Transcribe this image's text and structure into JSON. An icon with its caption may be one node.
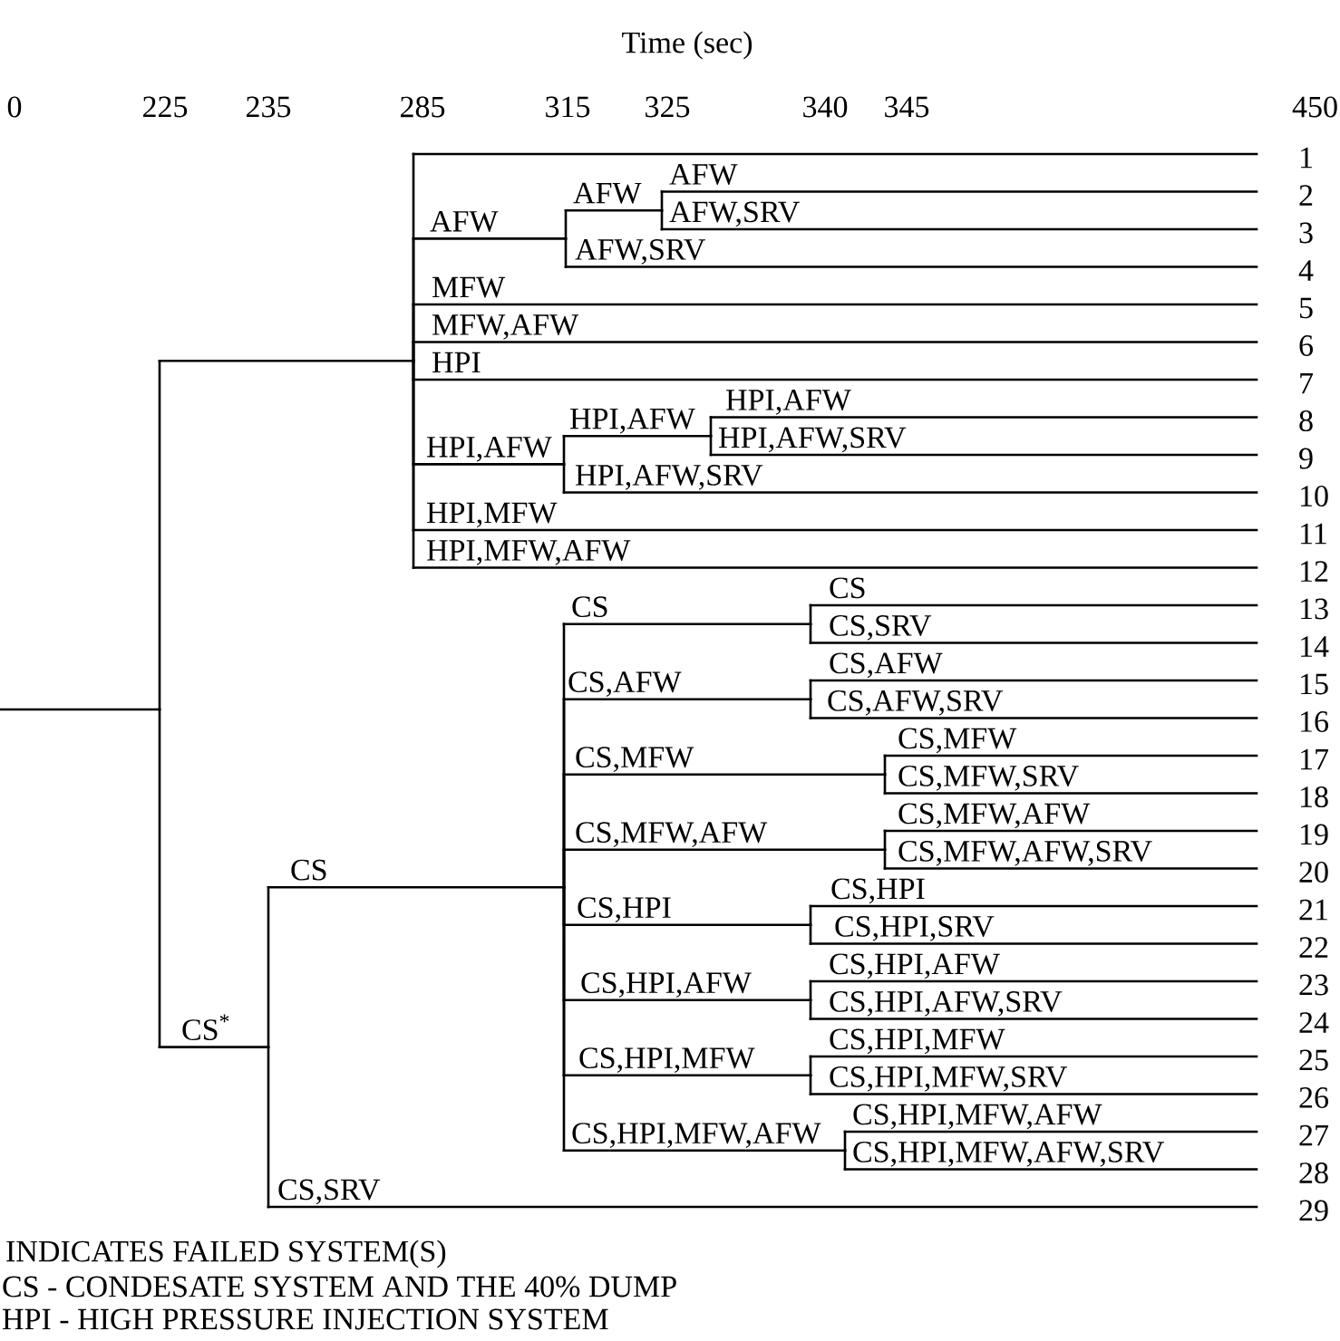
{
  "diagram": {
    "nodes": [
      {
        "text": [],
        "shape": "line"
      },
      {
        "text": [],
        "shape": "line"
      },
      {
        "text": [],
        "shape": "line"
      },
      {
        "text": [
          "AFW"
        ]
      },
      {
        "text": [
          "AFW"
        ]
      },
      {
        "text": [
          "AFW"
        ]
      },
      {
        "text": [
          "AFW,SRV"
        ]
      },
      {
        "text": [
          "AFW,SRV"
        ]
      },
      {
        "text": [
          "MFW"
        ]
      },
      {
        "text": [
          "MFW,AFW"
        ]
      },
      {
        "text": [
          "HPI"
        ]
      },
      {
        "text": [
          "HPI,AFW"
        ]
      },
      {
        "text": [
          "HPI,AFW"
        ]
      },
      {
        "text": [
          "HPI,AFW"
        ]
      },
      {
        "text": [
          "HPI,AFW,SRV"
        ]
      },
      {
        "text": [
          "HPI,AFW,SRV"
        ]
      },
      {
        "text": [
          "HPI,MFW"
        ]
      },
      {
        "text": [
          "HPI,MFW,AFW"
        ]
      },
      {
        "text": [
          "CS$^{*}$"
        ]
      },
      {
        "text": [
          "CS"
        ]
      },
      {
        "text": [
          "CS"
        ]
      },
      {
        "text": [
          "CS"
        ]
      },
      {
        "text": [
          "CS,SRV"
        ]
      },
      {
        "text": [
          "CS,AFW"
        ]
      },
      {
        "text": [
          "CS,AFW"
        ]
      },
      {
        "text": [
          "CS,AFW,SRV"
        ]
      },
      {
        "text": [
          "CS,MFW"
        ]
      },
      {
        "text": [
          "CS,MFW"
        ]
      },
      {
        "text": [
          "CS,MFW,SRV"
        ]
      },
      {
        "text": [
          "CS,MFW,AFW"
        ]
      },
      {
        "text": [
          "CS,MFW,AFW"
        ]
      },
      {
        "text": [
          "CS,MFW,AFW,SRV"
        ]
      },
      {
        "text": [
          "CS,HPI"
        ]
      },
      {
        "text": [
          "CS,HPI"
        ]
      },
      {
        "text": [
          "CS,HPI,SRV"
        ]
      },
      {
        "text": [
          "CS,HPI,AFW"
        ]
      },
      {
        "text": [
          "CS,HPI,AFW"
        ]
      },
      {
        "text": [
          "CS,HPI,AFW,SRV"
        ]
      },
      {
        "text": [
          "CS,HPI,MFW"
        ]
      },
      {
        "text": [
          "CS,HPI,MFW"
        ]
      },
      {
        "text": [
          "CS,HPI,MFW,SRV"
        ]
      },
      {
        "text": [
          "CS,HPI,MFW,AFW"
        ]
      },
      {
        "text": [
          "CS,HPI,MFW,AFW"
        ]
      },
      {
        "text": [
          "CS,HPI,MFW,AFW,SRV"
        ]
      },
      {
        "text": [
          "CS,SRV"
        ]
      }
    ],
    "edges": [
      {
        "from": 0,
        "to": 1,
        "arrow": "none"
      },
      {
        "from": 0,
        "to": 18,
        "arrow": "none"
      },
      {
        "from": 1,
        "to": 2,
        "arrow": "none"
      },
      {
        "from": 1,
        "to": 3,
        "arrow": "none"
      },
      {
        "from": 1,
        "to": 8,
        "arrow": "none"
      },
      {
        "from": 1,
        "to": 9,
        "arrow": "none"
      },
      {
        "from": 1,
        "to": 10,
        "arrow": "none"
      },
      {
        "from": 1,
        "to": 11,
        "arrow": "none"
      },
      {
        "from": 1,
        "to": 16,
        "arrow": "none"
      },
      {
        "from": 1,
        "to": 17,
        "arrow": "none"
      },
      {
        "from": 3,
        "to": 4,
        "arrow": "none"
      },
      {
        "from": 3,
        "to": 7,
        "arrow": "none"
      },
      {
        "from": 4,
        "to": 5,
        "arrow": "none"
      },
      {
        "from": 4,
        "to": 6,
        "arrow": "none"
      },
      {
        "from": 11,
        "to": 12,
        "arrow": "none"
      },
      {
        "from": 11,
        "to": 15,
        "arrow": "none"
      },
      {
        "from": 12,
        "to": 13,
        "arrow": "none"
      },
      {
        "from": 12,
        "to": 14,
        "arrow": "none"
      },
      {
        "from": 18,
        "to": 19,
        "arrow": "none"
      },
      {
        "from": 18,
        "to": 44,
        "arrow": "none"
      },
      {
        "from": 19,
        "to": 20,
        "arrow": "none"
      },
      {
        "from": 19,
        "to": 23,
        "arrow": "none"
      },
      {
        "from": 19,
        "to": 26,
        "arrow": "none"
      },
      {
        "from": 19,
        "to": 29,
        "arrow": "none"
      },
      {
        "from": 19,
        "to": 32,
        "arrow": "none"
      },
      {
        "from": 19,
        "to": 35,
        "arrow": "none"
      },
      {
        "from": 19,
        "to": 38,
        "arrow": "none"
      },
      {
        "from": 19,
        "to": 41,
        "arrow": "none"
      },
      {
        "from": 20,
        "to": 21,
        "arrow": "none"
      },
      {
        "from": 20,
        "to": 22,
        "arrow": "none"
      },
      {
        "from": 23,
        "to": 24,
        "arrow": "none"
      },
      {
        "from": 23,
        "to": 25,
        "arrow": "none"
      },
      {
        "from": 26,
        "to": 27,
        "arrow": "none"
      },
      {
        "from": 26,
        "to": 28,
        "arrow": "none"
      },
      {
        "from": 29,
        "to": 30,
        "arrow": "none"
      },
      {
        "from": 29,
        "to": 31,
        "arrow": "none"
      },
      {
        "from": 32,
        "to": 33,
        "arrow": "none"
      },
      {
        "from": 32,
        "to": 34,
        "arrow": "none"
      },
      {
        "from": 35,
        "to": 36,
        "arrow": "none"
      },
      {
        "from": 35,
        "to": 37,
        "arrow": "none"
      },
      {
        "from": 38,
        "to": 39,
        "arrow": "none"
      },
      {
        "from": 38,
        "to": 40,
        "arrow": "none"
      },
      {
        "from": 41,
        "to": 42,
        "arrow": "none"
      },
      {
        "from": 41,
        "to": 43,
        "arrow": "none"
      }
    ],
    "labels": [
      "Time (sec)",
      "0",
      "225",
      "235",
      "285",
      "315",
      "325",
      "340",
      "345",
      "450",
      "1",
      "2",
      "3",
      "4",
      "5",
      "6",
      "7",
      "8",
      "9",
      "10",
      "11",
      "12",
      "13",
      "14",
      "15",
      "16",
      "17",
      "18",
      "19",
      "20",
      "21",
      "22",
      "23",
      "24",
      "25",
      "26",
      "27",
      "28",
      "29",
      "INDICATES FAILED SYSTEM(S)",
      "CS - CONDESATE SYSTEM AND THE 40% DUMP",
      "HPI - HIGH PRESSURE INJECTION SYSTEM"
    ]
  }
}
